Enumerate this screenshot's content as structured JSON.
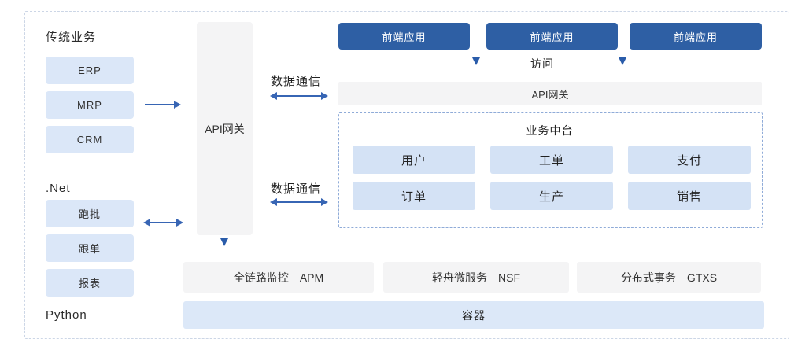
{
  "colors": {
    "accent_blue": "#2e5fa4",
    "light_blue_box": "#dbe7f8",
    "platform_box_blue": "#d4e2f5",
    "gray_box": "#f4f4f5",
    "container_bar_blue": "#dce8f8",
    "arrow_blue": "#3765b4",
    "outer_dashed_border": "#ccd6e6",
    "platform_dashed_border": "#8fabd8"
  },
  "left_panel": {
    "traditional": {
      "label": "传统业务",
      "items": [
        "ERP",
        "MRP",
        "CRM"
      ]
    },
    "dotnet": {
      "label": ".Net",
      "items": [
        "跑批",
        "跟单",
        "报表"
      ]
    },
    "python_label": "Python"
  },
  "gateway_vertical": {
    "label": "API网关"
  },
  "data_comm_top": {
    "label": "数据通信"
  },
  "data_comm_bottom": {
    "label": "数据通信"
  },
  "frontend_apps": {
    "items": [
      "前端应用",
      "前端应用",
      "前端应用"
    ],
    "access_label": "访问"
  },
  "api_gateway_bar": {
    "label": "API网关"
  },
  "middle_platform": {
    "title": "业务中台",
    "row1": [
      "用户",
      "工单",
      "支付"
    ],
    "row2": [
      "订单",
      "生产",
      "销售"
    ]
  },
  "infrastructure": {
    "items": [
      "全链路监控　APM",
      "轻舟微服务　NSF",
      "分布式事务　GTXS"
    ]
  },
  "container_bar": {
    "label": "容器"
  }
}
